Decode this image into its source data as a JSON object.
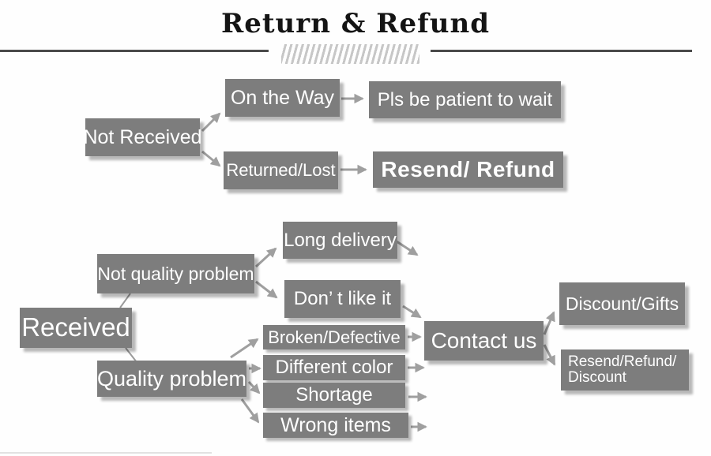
{
  "header": {
    "title": "Return & Refund"
  },
  "flow_not_received": {
    "not_received": "Not Received",
    "on_the_way": "On the Way",
    "pls_be_patient": "Pls be patient to wait",
    "returned_lost": "Returned/Lost",
    "resend_refund": "Resend/ Refund"
  },
  "flow_received": {
    "received": "Received",
    "not_quality_problem": "Not quality problem",
    "long_delivery": "Long delivery",
    "dont_like_it": "Don’ t like it",
    "quality_problem": "Quality problem",
    "broken_defective": "Broken/Defective",
    "different_color": "Different color",
    "shortage": "Shortage",
    "wrong_items": "Wrong items",
    "contact_us": "Contact us",
    "discount_gifts": "Discount/Gifts",
    "resend_refund_discount_line1": "Resend/Refund/",
    "resend_refund_discount_line2": "Discount"
  },
  "colors": {
    "box_fill": "#7d7d7d",
    "box_text": "#ffffff",
    "arrow": "#9f9f9f",
    "title_text": "#141414",
    "divider": "#4a4a4a",
    "hatch": "#c7c7c7"
  }
}
